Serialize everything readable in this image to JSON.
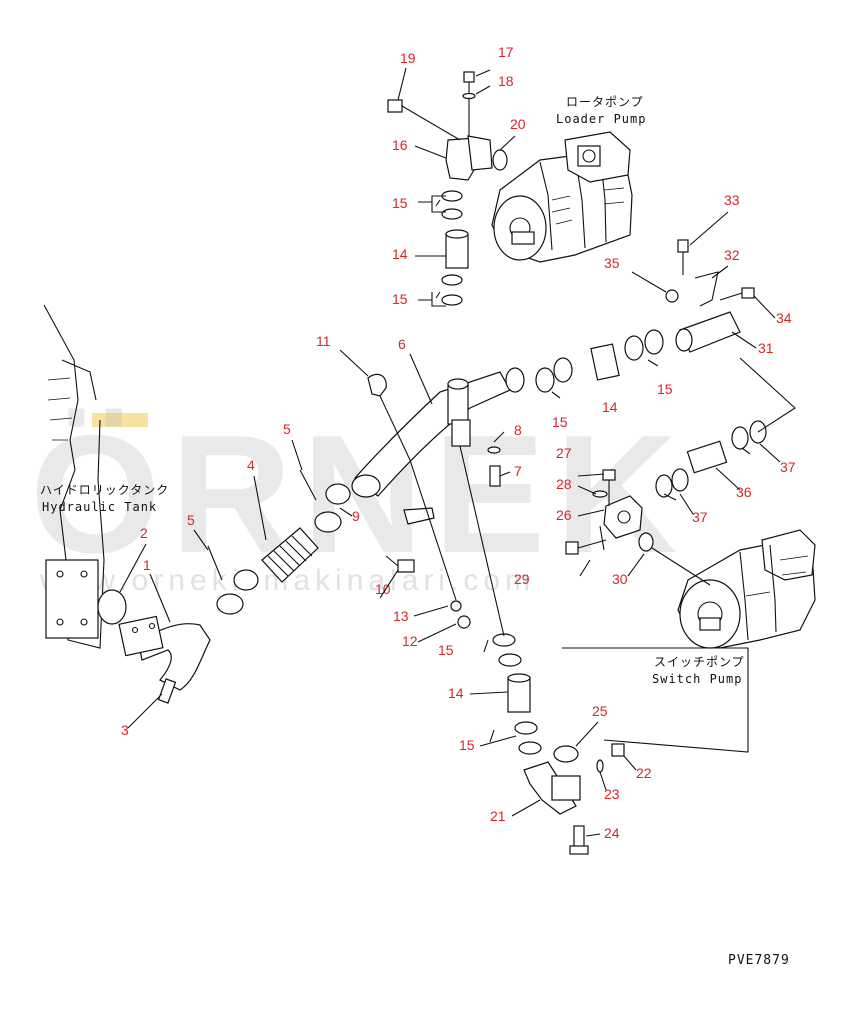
{
  "watermark": {
    "brand": "ÖRNEK",
    "site": "www.ornekismakinalari.com"
  },
  "labels": {
    "loader_pump_jp": "ロータポンプ",
    "loader_pump_en": "Loader Pump",
    "hydraulic_tank_jp": "ハイドロリックタンク",
    "hydraulic_tank_en": "Hydraulic Tank",
    "switch_pump_jp": "スイッチポンプ",
    "switch_pump_en": "Switch Pump"
  },
  "drawing_code": "PVE7879",
  "callouts": [
    "19",
    "17",
    "18",
    "20",
    "16",
    "15",
    "14",
    "15",
    "33",
    "35",
    "32",
    "34",
    "31",
    "11",
    "6",
    "15",
    "14",
    "15",
    "8",
    "7",
    "27",
    "28",
    "26",
    "37",
    "36",
    "37",
    "5",
    "4",
    "9",
    "2",
    "5",
    "1",
    "10",
    "13",
    "12",
    "29",
    "30",
    "15",
    "3",
    "14",
    "25",
    "15",
    "22",
    "23",
    "21",
    "24"
  ],
  "colors": {
    "callout": "#d8262b",
    "line": "#111111",
    "watermark_bar": "#f2c94c"
  }
}
